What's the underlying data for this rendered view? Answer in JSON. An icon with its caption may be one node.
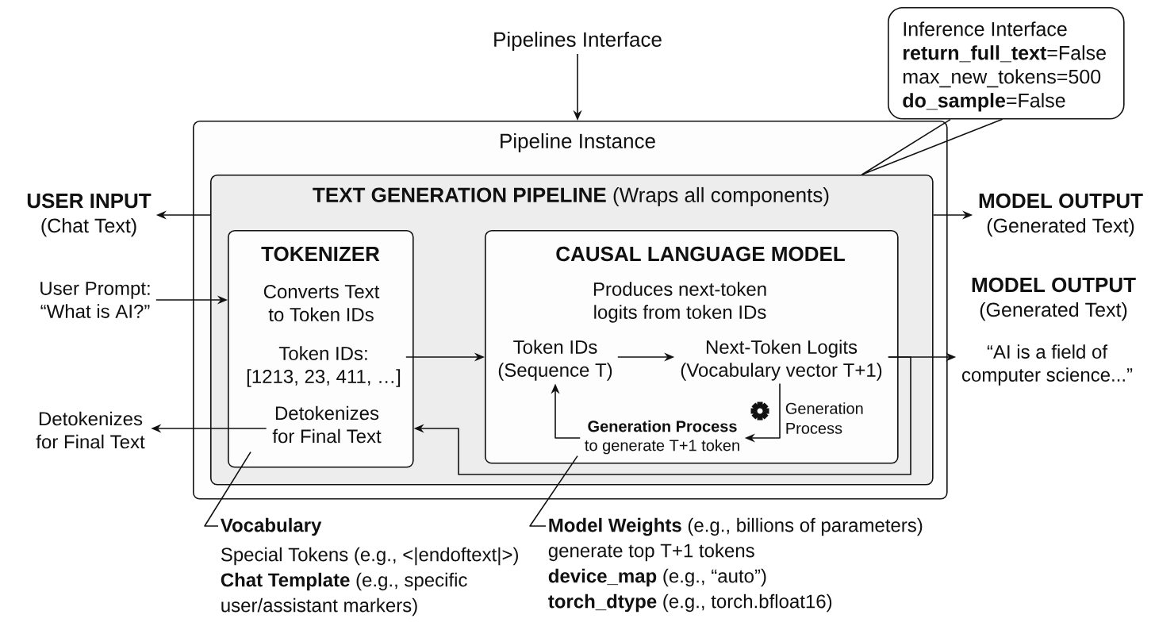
{
  "diagram": {
    "nodes": [
      {
        "text": [
          "Pipelines Interface"
        ]
      },
      {
        "text": [
          "Inference Interface",
          "**return_full_text**=False",
          "max_new_tokens=500",
          "**do_sample**=False"
        ]
      },
      {
        "text": [
          "Pipeline Instance"
        ]
      },
      {
        "text": [
          "**TEXT GENERATION PIPELINE** (Wraps all components)"
        ],
        "in": 2
      },
      {
        "text": [
          "TOKENIZER"
        ],
        "in": 3
      },
      {
        "text": [
          "Converts Text to Token IDs"
        ],
        "in": 4
      },
      {
        "text": [
          "Token IDs: [1213, 23, 411, …]"
        ],
        "in": 4
      },
      {
        "text": [
          "Detokenizes for Final Text"
        ],
        "in": 4
      },
      {
        "text": [
          "CAUSAL LANGUAGE MODEL"
        ],
        "in": 3
      },
      {
        "text": [
          "Produces next-token logits from token IDs"
        ],
        "in": 8
      },
      {
        "text": [
          "Token IDs (Sequence T)"
        ],
        "in": 8
      },
      {
        "text": [
          "Next-Token Logits (Vocabulary vector T+1)"
        ],
        "in": 8
      },
      {
        "text": [
          "Generation Process",
          "to generate T+1 token"
        ],
        "in": 8
      },
      {
        "text": [
          "USER INPUT",
          "(Chat Text)"
        ]
      },
      {
        "text": [
          "User Prompt: “What is AI?”"
        ]
      },
      {
        "text": [
          "Detokenizes for Final Text"
        ]
      },
      {
        "text": [
          "MODEL OUTPUT",
          "(Generated Text)"
        ]
      },
      {
        "text": [
          "MODEL OUTPUT",
          "(Generated Text)"
        ]
      },
      {
        "text": [
          "“AI is a field of computer science...”"
        ]
      },
      {
        "text": [
          "Vocabulary",
          "Special Tokens (e.g., <|endoftext|>)",
          "**Chat Template** (e.g., specific user/assistant markers)"
        ]
      },
      {
        "text": [
          "**Model Weights** (e.g., billions of parameters)",
          "generate top T+1 tokens",
          "**device_map** (e.g., “auto”)",
          "**torch_dtype** (e.g., torch.bfloat16)"
        ]
      }
    ],
    "edges": [
      {
        "from": 0,
        "to": 2,
        "arrow": "to"
      },
      {
        "from": 1,
        "to": 3,
        "arrow": "none"
      },
      {
        "from": 3,
        "to": 13,
        "arrow": "to"
      },
      {
        "from": 3,
        "to": 16,
        "arrow": "to"
      },
      {
        "from": 14,
        "to": 4,
        "arrow": "to"
      },
      {
        "from": 6,
        "to": 8,
        "arrow": "to"
      },
      {
        "from": 10,
        "to": 11,
        "arrow": "to"
      },
      {
        "from": 11,
        "to": 12,
        "arrow": "to",
        "label": "Generation Process"
      },
      {
        "from": 12,
        "to": 10,
        "arrow": "to"
      },
      {
        "from": 11,
        "to": 18,
        "arrow": "to"
      },
      {
        "from": 11,
        "to": 4,
        "arrow": "to"
      },
      {
        "from": 7,
        "to": 15,
        "arrow": "to"
      },
      {
        "from": 19,
        "to": 4,
        "arrow": "none"
      },
      {
        "from": 20,
        "to": 8,
        "arrow": "none"
      }
    ]
  }
}
